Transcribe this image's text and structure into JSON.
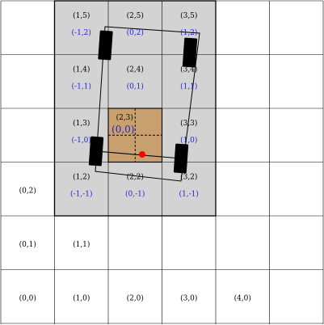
{
  "colors": {
    "grid_line": "#000000",
    "gray_fill": "#d3d3d3",
    "origin_fill": "#c8a070",
    "blue_text": "#2020dd",
    "black_text": "#000000",
    "wheel": "#000000",
    "red_point": "#ff0000"
  },
  "grid": {
    "columns": 6,
    "rows": 6,
    "gray_cells": [
      [
        1,
        5
      ],
      [
        2,
        5
      ],
      [
        3,
        5
      ],
      [
        1,
        4
      ],
      [
        2,
        4
      ],
      [
        3,
        4
      ],
      [
        1,
        3
      ],
      [
        3,
        3
      ],
      [
        1,
        2
      ],
      [
        2,
        2
      ],
      [
        3,
        2
      ]
    ],
    "origin_cell": [
      2,
      3
    ]
  },
  "cells": [
    {
      "id": "1,5",
      "label": "(1,5)",
      "local": "(-1,2)",
      "col": 1,
      "row": 5
    },
    {
      "id": "2,5",
      "label": "(2,5)",
      "local": "(0,2)",
      "col": 2,
      "row": 5
    },
    {
      "id": "3,5",
      "label": "(3,5)",
      "local": "(1,2)",
      "col": 3,
      "row": 5
    },
    {
      "id": "1,4",
      "label": "(1,4)",
      "local": "(-1,1)",
      "col": 1,
      "row": 4
    },
    {
      "id": "2,4",
      "label": "(2,4)",
      "local": "(0,1)",
      "col": 2,
      "row": 4
    },
    {
      "id": "3,4",
      "label": "(3,4)",
      "local": "(1,1)",
      "col": 3,
      "row": 4
    },
    {
      "id": "1,3",
      "label": "(1,3)",
      "local": "(-1,0)",
      "col": 1,
      "row": 3
    },
    {
      "id": "2,3",
      "label": "(2,3)",
      "local": "(0,0)",
      "col": 2,
      "row": 3
    },
    {
      "id": "3,3",
      "label": "(3,3)",
      "local": "(1,0)",
      "col": 3,
      "row": 3
    },
    {
      "id": "1,2",
      "label": "(1,2)",
      "local": "(-1,-1)",
      "col": 1,
      "row": 2
    },
    {
      "id": "2,2",
      "label": "(2,2)",
      "local": "(0,-1)",
      "col": 2,
      "row": 2
    },
    {
      "id": "3,2",
      "label": "(3,2)",
      "local": "(1,-1)",
      "col": 3,
      "row": 2
    },
    {
      "id": "0,2",
      "label": "(0,2)",
      "local": "",
      "col": 0,
      "row": 2
    },
    {
      "id": "0,1",
      "label": "(0,1)",
      "local": "",
      "col": 0,
      "row": 1
    },
    {
      "id": "1,1",
      "label": "(1,1)",
      "local": "",
      "col": 1,
      "row": 1
    },
    {
      "id": "0,0",
      "label": "(0,0)",
      "local": "",
      "col": 0,
      "row": 0
    },
    {
      "id": "1,0",
      "label": "(1,0)",
      "local": "",
      "col": 1,
      "row": 0
    },
    {
      "id": "2,0",
      "label": "(2,0)",
      "local": "",
      "col": 2,
      "row": 0
    },
    {
      "id": "3,0",
      "label": "(3,0)",
      "local": "",
      "col": 3,
      "row": 0
    },
    {
      "id": "4,0",
      "label": "(4,0)",
      "local": "",
      "col": 4,
      "row": 0
    }
  ]
}
